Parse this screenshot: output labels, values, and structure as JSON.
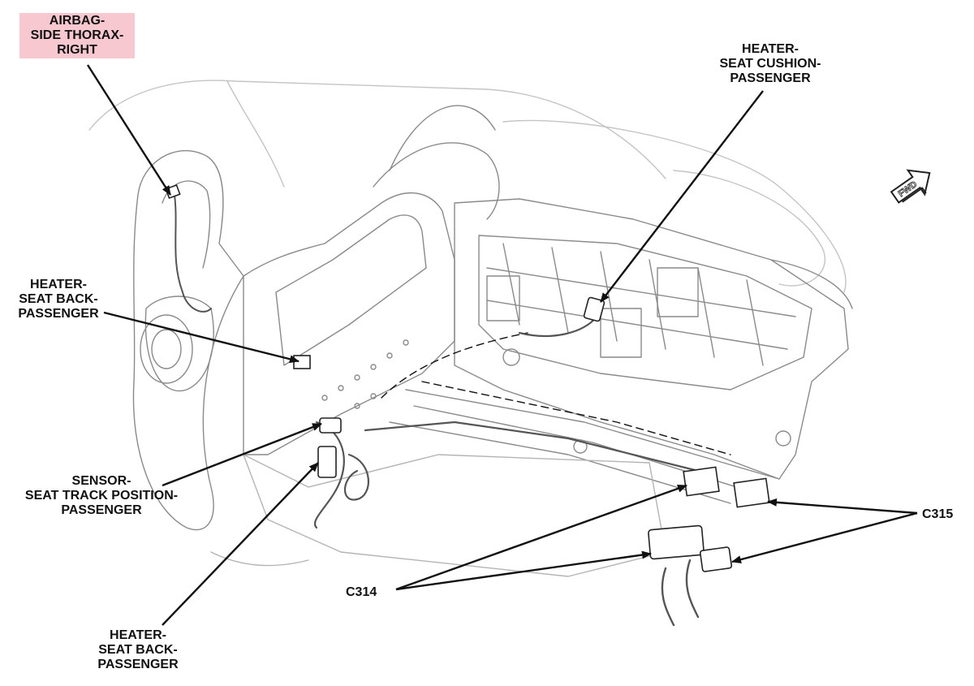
{
  "callouts": {
    "airbag": {
      "lines": [
        "AIRBAG-",
        "SIDE THORAX-",
        "RIGHT"
      ],
      "highlight": "#f7c8cf"
    },
    "heater_cushion": {
      "lines": [
        "HEATER-",
        "SEAT CUSHION-",
        "PASSENGER"
      ]
    },
    "heater_back_upper": {
      "lines": [
        "HEATER-",
        "SEAT BACK-",
        "PASSENGER"
      ]
    },
    "sensor": {
      "lines": [
        "SENSOR-",
        "SEAT TRACK POSITION-",
        "PASSENGER"
      ]
    },
    "heater_back_lower": {
      "lines": [
        "HEATER-",
        "SEAT BACK-",
        "PASSENGER"
      ]
    },
    "c314": {
      "label": "C314"
    },
    "c315": {
      "label": "C315"
    }
  },
  "direction_arrow": {
    "label": "FWD"
  },
  "colors": {
    "line": "#111111",
    "sketch": "#8a8a8a",
    "highlight": "#f7c8cf"
  }
}
